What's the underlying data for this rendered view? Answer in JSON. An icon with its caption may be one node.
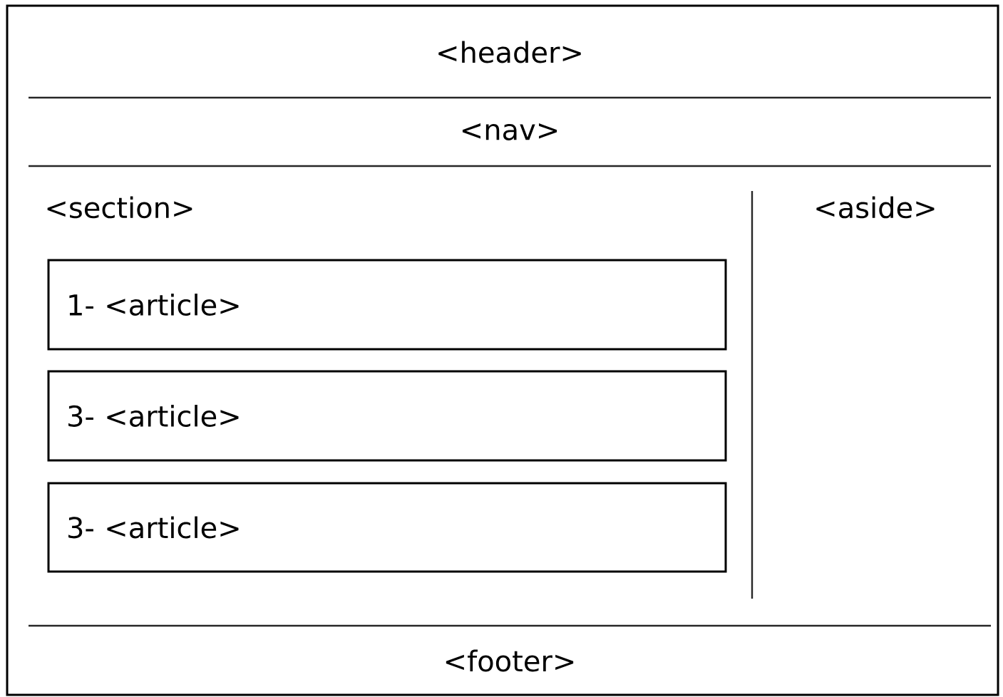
{
  "diagram": {
    "nodes": [
      {
        "text": [],
        "shape": "box"
      },
      {
        "text": [
          "<header>"
        ],
        "in": 0
      },
      {
        "text": [
          "<nav>"
        ],
        "in": 0
      },
      {
        "text": [
          "<section>"
        ],
        "in": 0
      },
      {
        "text": [
          "1- <article>"
        ],
        "in": 0
      },
      {
        "text": [
          "3- <article>"
        ],
        "in": 0
      },
      {
        "text": [
          "3- <article>"
        ],
        "in": 0
      },
      {
        "text": [
          "<aside>"
        ],
        "in": 0
      },
      {
        "text": [
          "<footer>"
        ],
        "in": 0
      }
    ]
  }
}
